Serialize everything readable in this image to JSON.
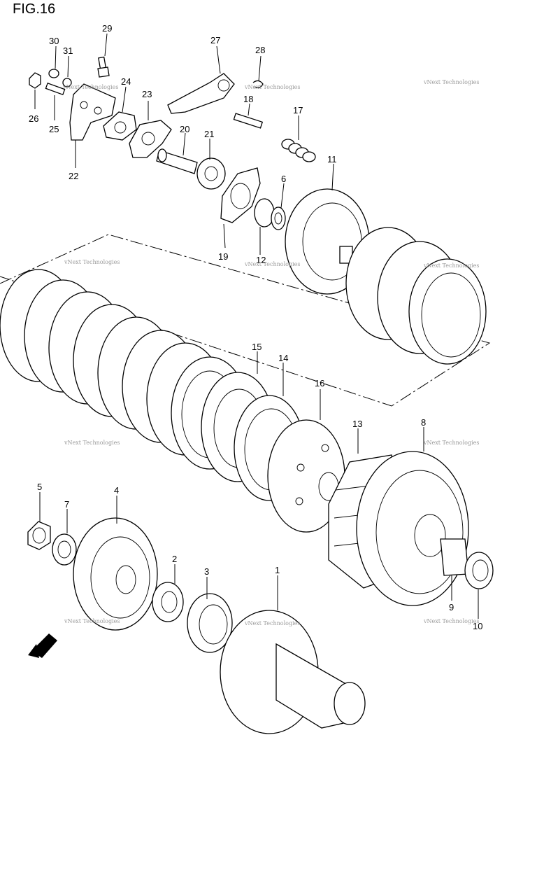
{
  "figure": {
    "title": "FIG.16",
    "watermark": "vNext Technologies",
    "direction_label": "FWD"
  },
  "parts": [
    {
      "id": "p1",
      "label": "1"
    },
    {
      "id": "p2",
      "label": "2"
    },
    {
      "id": "p3",
      "label": "3"
    },
    {
      "id": "p4",
      "label": "4"
    },
    {
      "id": "p5",
      "label": "5"
    },
    {
      "id": "p6",
      "label": "6"
    },
    {
      "id": "p7",
      "label": "7"
    },
    {
      "id": "p8",
      "label": "8"
    },
    {
      "id": "p9",
      "label": "9"
    },
    {
      "id": "p10",
      "label": "10"
    },
    {
      "id": "p11",
      "label": "11"
    },
    {
      "id": "p12",
      "label": "12"
    },
    {
      "id": "p13",
      "label": "13"
    },
    {
      "id": "p14",
      "label": "14"
    },
    {
      "id": "p15",
      "label": "15"
    },
    {
      "id": "p16",
      "label": "16"
    },
    {
      "id": "p17",
      "label": "17"
    },
    {
      "id": "p18",
      "label": "18"
    },
    {
      "id": "p19",
      "label": "19"
    },
    {
      "id": "p20",
      "label": "20"
    },
    {
      "id": "p21",
      "label": "21"
    },
    {
      "id": "p22",
      "label": "22"
    },
    {
      "id": "p23",
      "label": "23"
    },
    {
      "id": "p24",
      "label": "24"
    },
    {
      "id": "p25",
      "label": "25"
    },
    {
      "id": "p26",
      "label": "26"
    },
    {
      "id": "p27",
      "label": "27"
    },
    {
      "id": "p28",
      "label": "28"
    },
    {
      "id": "p29",
      "label": "29"
    },
    {
      "id": "p30",
      "label": "30"
    },
    {
      "id": "p31",
      "label": "31"
    }
  ]
}
